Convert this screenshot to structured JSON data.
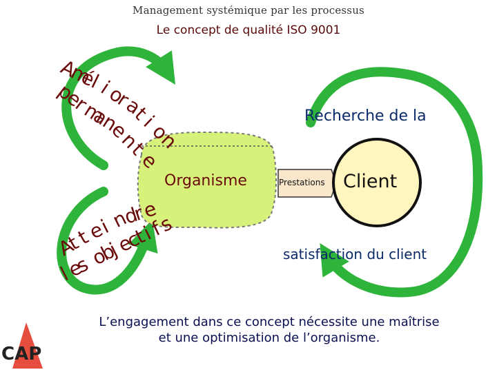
{
  "header": {
    "title": "Management systémique par les processus",
    "subtitle": "Le concept de qualité ISO 9001"
  },
  "diagram": {
    "organisme_label": "Organisme",
    "prestations_label": "Prestations",
    "client_label": "Client",
    "recherche_label": "Recherche de la",
    "satisfaction_label": "satisfaction du client",
    "arc_top_glyphs": [
      "A",
      "m",
      "é",
      "l",
      "i",
      "o",
      "r",
      "a",
      "t",
      "i",
      "o",
      "n"
    ],
    "arc_top2_glyphs": [
      "p",
      "e",
      "r",
      "m",
      "a",
      "n",
      "e",
      "n",
      "t",
      "e"
    ],
    "arc_bottom_glyphs": [
      "A",
      "t",
      "t",
      "e",
      "i",
      "n",
      "d",
      "r",
      "e"
    ],
    "arc_bottom2_glyphs": [
      "l",
      "e",
      "s",
      " ",
      "o",
      "b",
      "j",
      "e",
      "c",
      "t",
      "i",
      "f",
      "s"
    ]
  },
  "footer": {
    "line1": "L’engagement dans ce concept nécessite une maîtrise",
    "line2": "et une optimisation de l’organisme."
  },
  "logo": {
    "text": "CAP"
  },
  "colors": {
    "arrow_green": "#2fb43b",
    "blob_green": "#d6f27a",
    "client_fill": "#fff5be",
    "prestations_fill": "#fbe8cc",
    "arc_text": "#6a0a0a",
    "blue_text": "#0a2a6a"
  }
}
